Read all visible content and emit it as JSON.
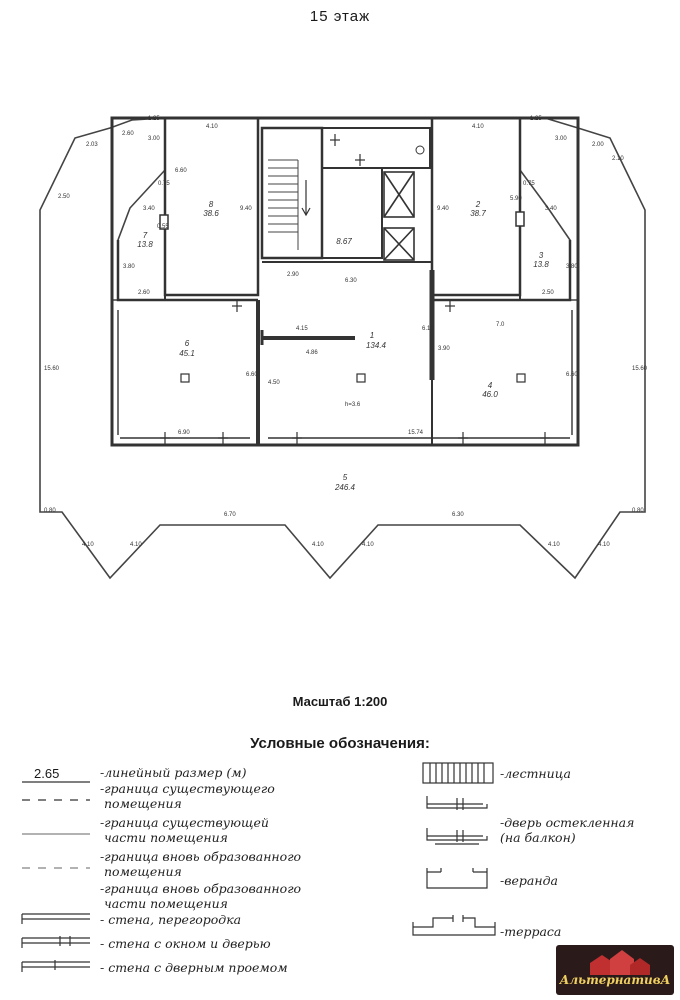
{
  "floor_title": "15  этаж",
  "dims": {
    "d_125a": "1.25",
    "d_410a": "4.10",
    "d_410b": "4.10",
    "d_125b": "1.25",
    "d_203": "2.03",
    "d_200": "2.00",
    "d_250": "2.50",
    "d_260": "2.60",
    "d_300a": "3.00",
    "d_300b": "3.00",
    "d_210": "2.10",
    "d_660": "6.60",
    "d_940a": "9.40",
    "d_940b": "9.40",
    "d_075a": "0.75",
    "d_075b": "0.75",
    "d_340a": "3.40",
    "d_340b": "3.40",
    "d_590": "5.90",
    "d_055": "0.55",
    "d_380a": "3.80",
    "d_380b": "3.80",
    "d_260b": "2.60",
    "d_250b": "2.50",
    "d_290": "2.90",
    "d_630": "6.30",
    "d_415": "4.15",
    "d_486": "4.86",
    "d_613": "6.13",
    "d_390": "3.90",
    "d_70": "7.0",
    "d_660b": "6.60",
    "d_660c": "6.60",
    "d_450": "4.50",
    "d_690": "6.90",
    "d_1574": "15.74",
    "d_1560a": "15.60",
    "d_1560b": "15.60",
    "d_080a": "0.80",
    "d_080b": "0.80",
    "d_670": "6.70",
    "d_630b": "6.30",
    "d_410c": "4.10",
    "d_410d": "4.10",
    "d_410e": "4.10",
    "d_410f": "4.10",
    "d_410g": "4.10",
    "d_410h": "4.10",
    "h": "h=3.6"
  },
  "rooms": {
    "r1_num": "1",
    "r1_area": "134.4",
    "r2_num": "2",
    "r2_area": "38.7",
    "r3_num": "3",
    "r3_area": "13.8",
    "r4_num": "4",
    "r4_area": "46.0",
    "r5_num": "5",
    "r5_area": "246.4",
    "r6_num": "6",
    "r6_area": "45.1",
    "r7_num": "7",
    "r7_area": "13.8",
    "r8_num": "8",
    "r8_area": "38.6",
    "r9_area": "8.67"
  },
  "scale": "Масштаб 1:200",
  "legend": {
    "title": "Условные обозначения:",
    "sample_number": "2.65",
    "linear_size": "-линейный размер (м)",
    "existing_border_1": "-граница существующего",
    "existing_border_2": "помещения",
    "existing_part_1": "-граница существующей",
    "existing_part_2": "части помещения",
    "new_border_1": "-граница вновь образованного",
    "new_border_2": "помещения",
    "new_part_1": "-граница вновь образованного",
    "new_part_2": "части помещения",
    "wall": "- стена, перегородка",
    "wall_window_door": "- стена с окном и дверью",
    "wall_doorway": "- стена с дверным проемом",
    "stairs": "-лестница",
    "glazed_door_1": "-дверь остекленная",
    "glazed_door_2": "(на балкон)",
    "veranda": "-веранда",
    "terrace": "-терраса"
  },
  "logo": {
    "text": "АльтернативА"
  }
}
